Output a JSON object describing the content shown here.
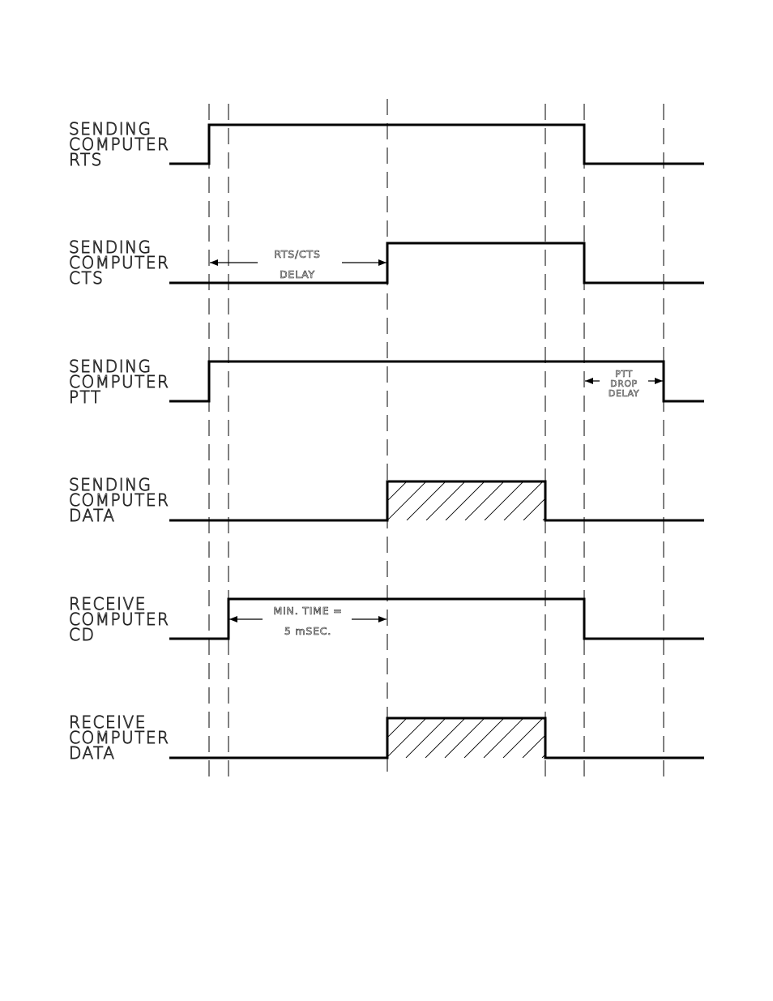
{
  "diagram": {
    "signals": [
      {
        "line1": "SENDING",
        "line2": "COMPUTER",
        "line3": "RTS"
      },
      {
        "line1": "SENDING",
        "line2": "COMPUTER",
        "line3": "CTS"
      },
      {
        "line1": "SENDING",
        "line2": "COMPUTER",
        "line3": "PTT"
      },
      {
        "line1": "SENDING",
        "line2": "COMPUTER",
        "line3": "DATA"
      },
      {
        "line1": "RECEIVE",
        "line2": "COMPUTER",
        "line3": "CD"
      },
      {
        "line1": "RECEIVE",
        "line2": "COMPUTER",
        "line3": "DATA"
      }
    ],
    "annotations": {
      "rts_cts_delay": {
        "line1": "RTS/CTS",
        "line2": "DELAY"
      },
      "ptt_drop_delay": {
        "line1": "PTT",
        "line2": "DROP",
        "line3": "DELAY"
      },
      "min_time": {
        "line1": "MIN. TIME =",
        "line2": "5 mSEC."
      }
    }
  }
}
